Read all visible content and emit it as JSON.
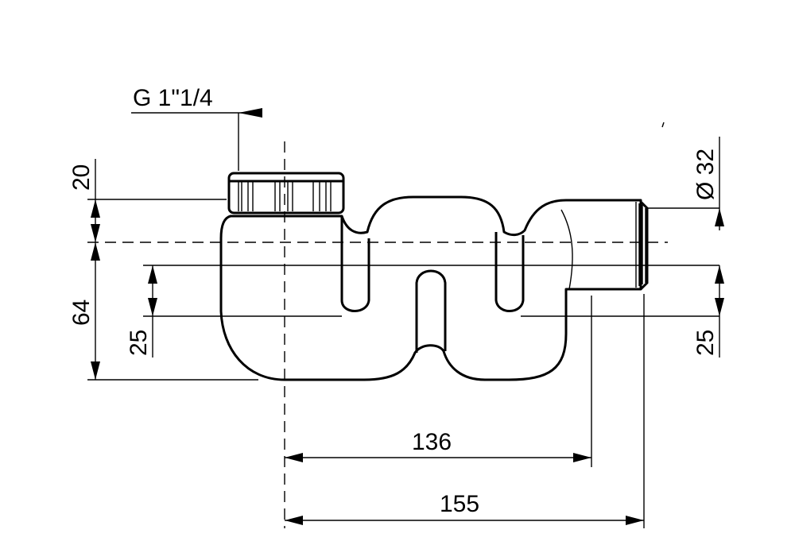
{
  "labels": {
    "thread": "G 1\"1/4",
    "dim_20": "20",
    "dim_64": "64",
    "dim_25_left": "25",
    "dim_25_right": "25",
    "dim_diameter": "Ø 32",
    "dim_136": "136",
    "dim_155": "155"
  }
}
